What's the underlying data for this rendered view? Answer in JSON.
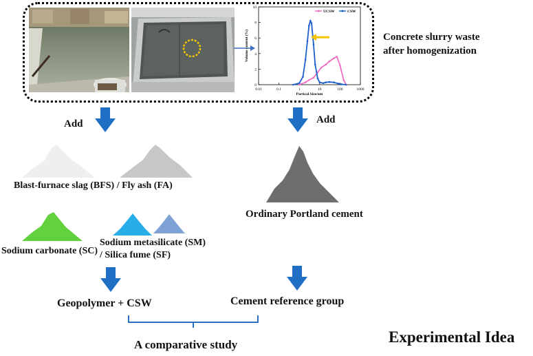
{
  "top_caption_line1": "Concrete slurry waste",
  "top_caption_line2": "after homogenization",
  "add_left": "Add",
  "add_right": "Add",
  "bfs_fa_label": "Blast-furnace slag (BFS) / Fly ash (FA)",
  "sc_label": "Sodium carbonate (SC)",
  "sm_label_line1": "Sodium metasilicate (SM)",
  "sm_label_line2": "/ Silica fume (SF)",
  "opc_label": "Ordinary Portland cement",
  "geo_label": "Geopolymer + CSW",
  "cement_ref_label": "Cement reference group",
  "comparative_label": "A comparative study",
  "title": "Experimental Idea",
  "colors": {
    "arrow_blue": "#1f6fc4",
    "powder_white": "#efefef",
    "powder_light_gray": "#c7c7c7",
    "powder_dark_gray": "#6e6e6e",
    "powder_green": "#63d13e",
    "powder_cyan": "#27aee8",
    "powder_light_blue": "#7ea2d6",
    "ucsw_pink": "#ee6fc4",
    "csw_blue": "#1c5fcc",
    "highlight_yellow": "#f5c400"
  },
  "chart_data": {
    "type": "line",
    "xlabel": "Partical Size/um",
    "ylabel": "Volume content (%)",
    "x_scale": "log",
    "xlim": [
      0.01,
      1000
    ],
    "ylim": [
      0,
      10
    ],
    "x_ticks": [
      "0.01",
      "0.1",
      "1",
      "10",
      "100",
      "1000"
    ],
    "y_ticks": [
      "0",
      "2",
      "4",
      "6",
      "8",
      "10"
    ],
    "legend_position": "top-right",
    "series": [
      {
        "name": "UCSW",
        "color": "#ee6fc4",
        "x": [
          1,
          2,
          3,
          5,
          8,
          12,
          20,
          30,
          50,
          70,
          100,
          150,
          200
        ],
        "y": [
          0,
          0.3,
          0.6,
          0.9,
          1.6,
          2.2,
          2.6,
          3.0,
          3.4,
          3.6,
          2.5,
          0.6,
          0
        ]
      },
      {
        "name": "CSW",
        "color": "#1c5fcc",
        "x": [
          0.5,
          1,
          1.5,
          2,
          2.5,
          3,
          3.5,
          4,
          5,
          6,
          8,
          10,
          15,
          20,
          30,
          50,
          80,
          120,
          200
        ],
        "y": [
          0,
          0.2,
          1.0,
          3.2,
          5.6,
          7.6,
          8.2,
          7.9,
          5.2,
          2.6,
          0.8,
          0.3,
          0.2,
          0.3,
          0.35,
          0.3,
          0.15,
          0.05,
          0
        ]
      }
    ]
  }
}
